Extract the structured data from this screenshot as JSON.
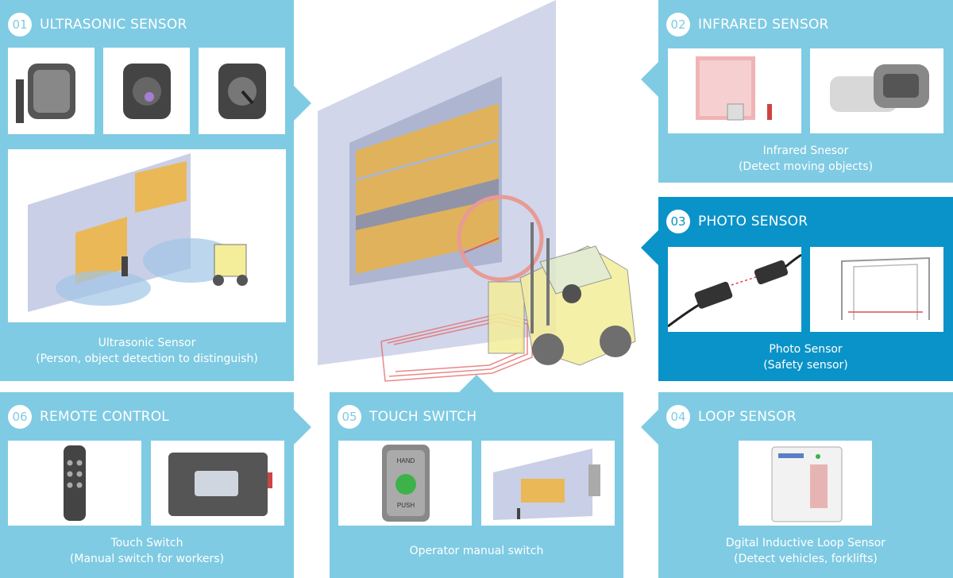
{
  "panels": {
    "ultrasonic": {
      "num": "01",
      "title": "ULTRASONIC SENSOR",
      "caption_line1": "Ultrasonic Sensor",
      "caption_line2": "(Person, object detection to distinguish)"
    },
    "infrared": {
      "num": "02",
      "title": "INFRARED SENSOR",
      "caption_line1": "Infrared Snesor",
      "caption_line2": "(Detect moving objects)"
    },
    "photo": {
      "num": "03",
      "title": "PHOTO SENSOR",
      "caption_line1": "Photo Sensor",
      "caption_line2": "(Safety sensor)"
    },
    "loop": {
      "num": "04",
      "title": "LOOP SENSOR",
      "caption_line1": "Dgital Inductive Loop Sensor",
      "caption_line2": "(Detect vehicles, forklifts)"
    },
    "touch": {
      "num": "05",
      "title": "TOUCH SWITCH",
      "caption_line1": "Operator manual switch"
    },
    "remote": {
      "num": "06",
      "title": "REMOTE CONTROL",
      "caption_line1": "Touch Switch",
      "caption_line2": "(Manual switch for workers)"
    }
  },
  "push_button": {
    "top_label": "HAND",
    "bottom_label": "PUSH"
  },
  "colors": {
    "panel": "#7fcbe3",
    "panel_active": "#0a93c8",
    "door_yellow": "#f2b233",
    "wall_blue": "#c9cfe6",
    "highlight_circle": "#e89a95"
  }
}
